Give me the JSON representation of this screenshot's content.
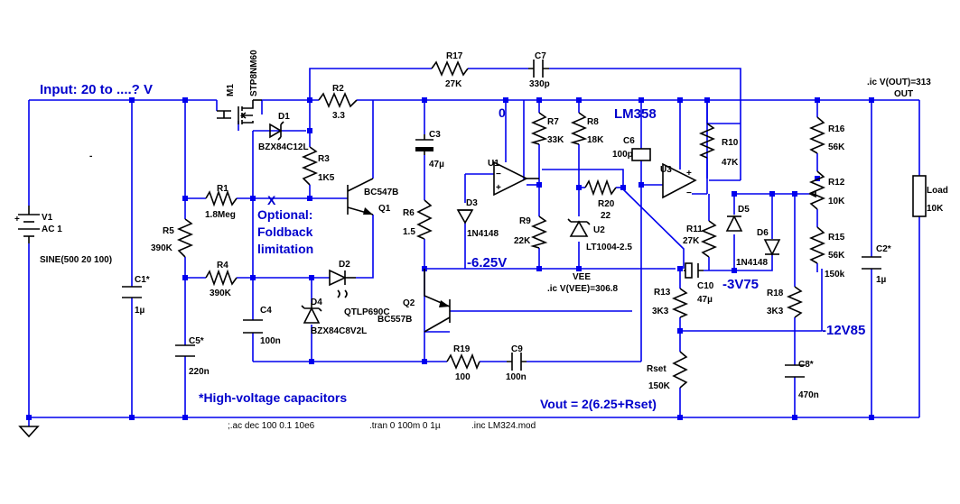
{
  "labels": {
    "input": "Input: 20 to ....? V",
    "v1": "V1",
    "v1_ac": "AC 1",
    "v1_sine": "SINE(500 20 100)",
    "c1": "C1*",
    "c1_val": "1µ",
    "r5": "R5",
    "r5_val": "390K",
    "c5": "C5*",
    "c5_val": "220n",
    "r1": "R1",
    "r1_val": "1.8Meg",
    "r4": "R4",
    "r4_val": "390K",
    "m1": "M1",
    "m1_part": "STP8NM60",
    "d1": "D1",
    "d1_part": "BZX84C12L",
    "r2": "R2",
    "r2_val": "3.3",
    "r3": "R3",
    "r3_val": "1K5",
    "q1_part": "BC547B",
    "q1": "Q1",
    "x_mark": "X",
    "opt1": "Optional:",
    "opt2": "Foldback",
    "opt3": "limitation",
    "d2": "D2",
    "d2_part": "QTLP690C",
    "d4": "D4",
    "d4_part": "BZX84C8V2L",
    "c4": "C4",
    "c4_val": "100n",
    "r17": "R17",
    "r17_val": "27K",
    "c7": "C7",
    "c7_val": "330p",
    "c3": "C3",
    "c3_val": "47µ",
    "r6": "R6",
    "r6_val": "1.5",
    "zero": "0",
    "u1": "U1",
    "d3": "D3",
    "d3_part": "1N4148",
    "r7": "R7",
    "r7_val": "33K",
    "r8": "R8",
    "r8_val": "18K",
    "r9": "R9",
    "r9_val": "22K",
    "u2": "U2",
    "u2_part": "LT1004-2.5",
    "r20": "R20",
    "r20_val": "22",
    "neg625": "-6.25V",
    "vee": "VEE",
    "ic_vee": ".ic V(VEE)=306.8",
    "q2": "Q2",
    "q2_part": "BC557B",
    "r19": "R19",
    "r19_val": "100",
    "c9": "C9",
    "c9_val": "100n",
    "lm358": "LM358",
    "c6": "C6",
    "c6_val": "100p",
    "u3": "U3",
    "r10": "R10",
    "r10_val": "47K",
    "r11": "R11",
    "r11_val": "27K",
    "d5": "D5",
    "d5_part": "1N4148",
    "d6": "D6",
    "c10": "C10",
    "c10_val": "47µ",
    "neg375": "-3V75",
    "r13": "R13",
    "r13_val": "3K3",
    "r18": "R18",
    "r18_val": "3K3",
    "neg1285": "-12V85",
    "rset": "Rset",
    "rset_val": "150K",
    "c8": "C8*",
    "c8_val": "470n",
    "r16": "R16",
    "r16_val": "56K",
    "r12": "R12",
    "r12_val": "10K",
    "r15": "R15",
    "r15_val": "56K",
    "r15_150k": "150k",
    "c2": "C2*",
    "c2_val": "1µ",
    "load": "Load",
    "load_val": "10K",
    "ic_out": ".ic V(OUT)=313",
    "out": "OUT",
    "hv_note": "*High-voltage capacitors",
    "vout_formula": "Vout = 2(6.25+Rset)",
    "dir_ac": ";.ac dec 100 0.1 10e6",
    "dir_tran": ".tran 0 100m 0 1µ",
    "dir_inc": ".inc LM324.mod",
    "dash": "-"
  },
  "colors": {
    "wire": "#0000ee",
    "component": "#000000",
    "annotation": "#0000cc",
    "background": "#ffffff"
  }
}
